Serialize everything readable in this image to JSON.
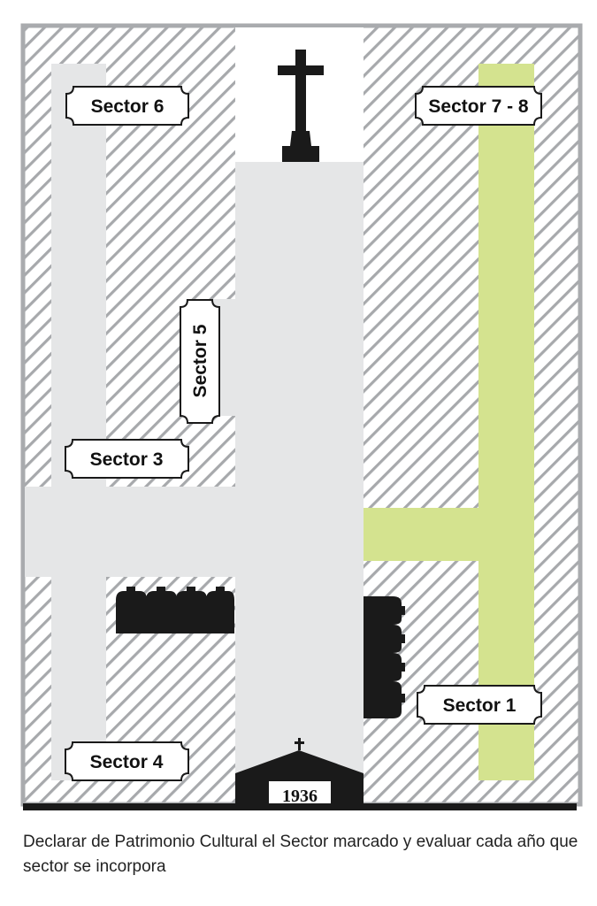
{
  "sectors": {
    "sector_6": "Sector 6",
    "sector_7_8": "Sector 7 - 8",
    "sector_5": "Sector 5",
    "sector_3": "Sector 3",
    "sector_1": "Sector 1",
    "sector_4": "Sector 4"
  },
  "chapel_year": "1936",
  "caption": "Declarar de Patrimonio Cultural el Sector marcado y evaluar cada año que sector se incorpora",
  "colors": {
    "border": "#a9abae",
    "hatch": "#a7a9ac",
    "path_grey": "#e5e6e7",
    "highlight_green": "#d4e38f",
    "black": "#1a1a1a"
  }
}
